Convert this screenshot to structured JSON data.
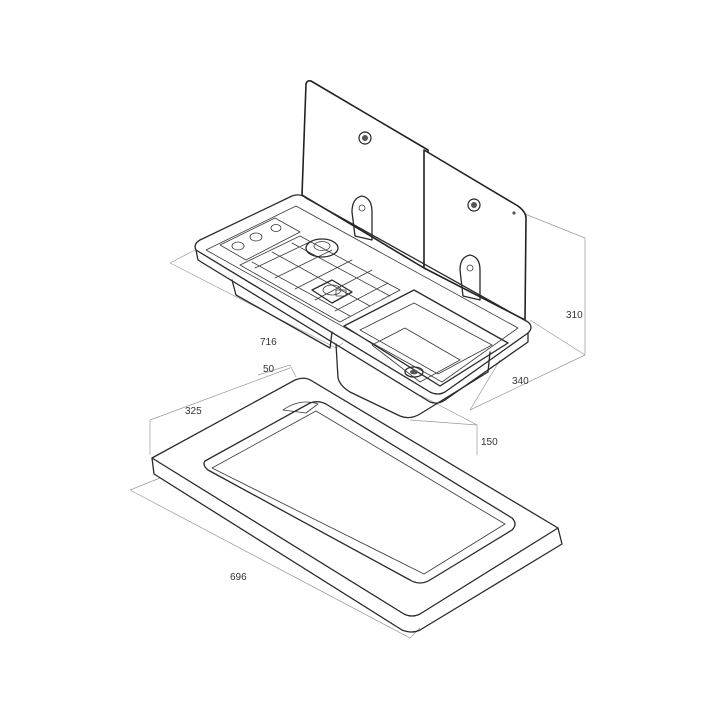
{
  "dimensions": {
    "d716": "716",
    "d50": "50",
    "d325": "325",
    "d310": "310",
    "d340": "340",
    "d150": "150",
    "d696": "696"
  },
  "colors": {
    "line": "#2a2a2a",
    "dimension_line": "#9a9a9a",
    "background": "#ffffff"
  }
}
